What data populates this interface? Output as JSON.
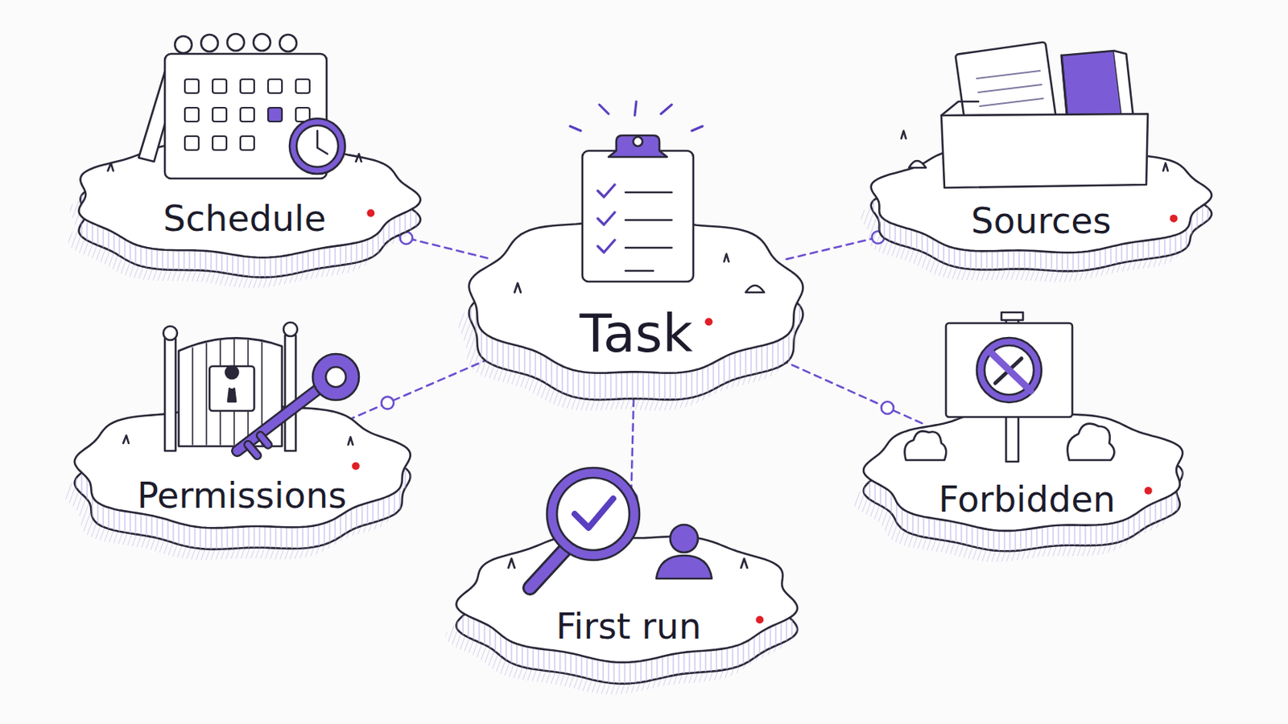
{
  "diagram": {
    "nodes": [
      {
        "text": [
          "Schedule"
        ]
      },
      {
        "text": [
          "Sources"
        ]
      },
      {
        "text": [
          "Task"
        ]
      },
      {
        "text": [
          "Permissions"
        ]
      },
      {
        "text": [
          "Forbidden"
        ]
      },
      {
        "text": [
          "First run"
        ]
      }
    ],
    "edges": [
      {
        "from": 2,
        "to": 0,
        "arrow": "none"
      },
      {
        "from": 2,
        "to": 1,
        "arrow": "none"
      },
      {
        "from": 2,
        "to": 3,
        "arrow": "none"
      },
      {
        "from": 2,
        "to": 4,
        "arrow": "none"
      },
      {
        "from": 2,
        "to": 5,
        "arrow": "none"
      }
    ]
  }
}
